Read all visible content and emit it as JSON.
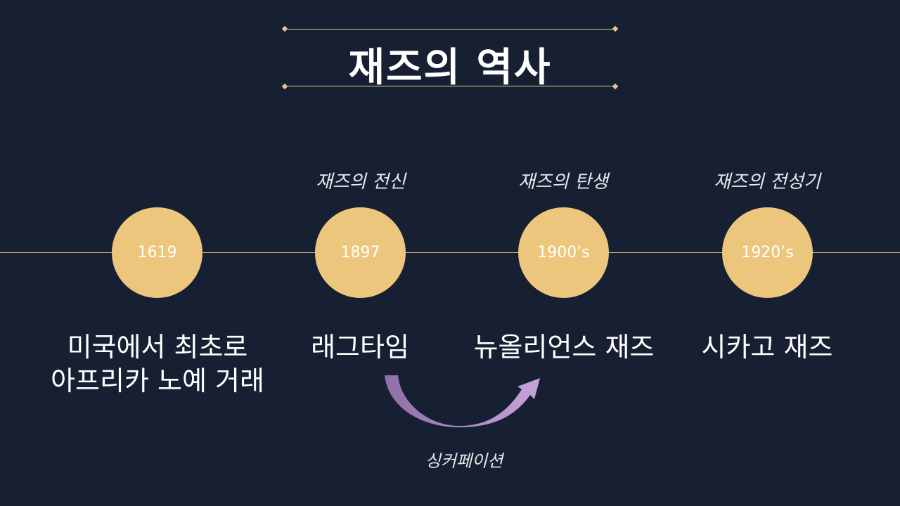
{
  "slide": {
    "title": "재즈의 역사",
    "accent_color": "#e5c684",
    "circle_color": "#edc67d",
    "background_color": "#172033"
  },
  "milestones": [
    {
      "year": "1619",
      "era": "",
      "event_line1": "미국에서 최초로",
      "event_line2": "아프리카 노예 거래"
    },
    {
      "year": "1897",
      "era": "재즈의 전신",
      "event_line1": "래그타임",
      "event_line2": ""
    },
    {
      "year": "1900’s",
      "era": "재즈의 탄생",
      "event_line1": "뉴올리언스 재즈",
      "event_line2": ""
    },
    {
      "year": "1920’s",
      "era": "재즈의 전성기",
      "event_line1": "시카고 재즈",
      "event_line2": ""
    }
  ],
  "transition": {
    "label": "싱커페이션",
    "icon": "curved-arrow-icon",
    "color_start": "#8f6fa8",
    "color_end": "#c7a3dc"
  }
}
